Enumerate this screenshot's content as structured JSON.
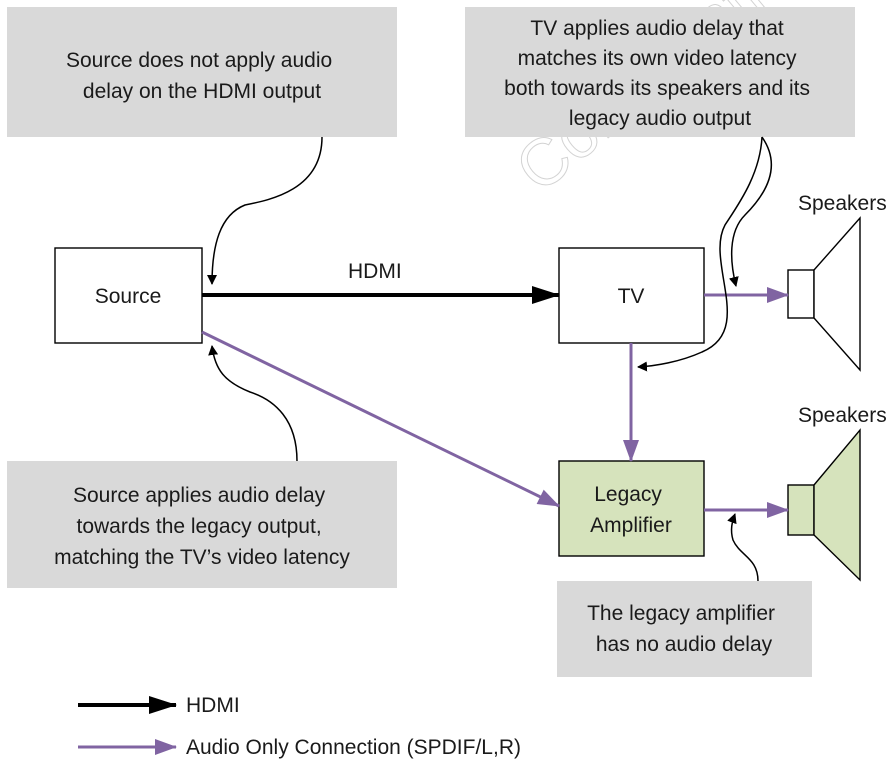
{
  "notes": {
    "source_hdmi": [
      "Source does not apply audio",
      "delay on the HDMI output"
    ],
    "tv": [
      "TV applies audio delay that",
      "matches its own video latency",
      "both towards its speakers and its",
      "legacy audio output"
    ],
    "source_legacy": [
      "Source applies audio delay",
      "towards the legacy output,",
      "matching the TV’s video latency"
    ],
    "amplifier": [
      "The legacy amplifier",
      "has no audio delay"
    ]
  },
  "nodes": {
    "source": "Source",
    "tv": "TV",
    "amplifier": [
      "Legacy",
      "Amplifier"
    ]
  },
  "speakers": {
    "top": "Speakers",
    "bottom": "Speakers"
  },
  "connections": {
    "hdmi_label": "HDMI"
  },
  "legend": {
    "hdmi": "HDMI",
    "audio_only": "Audio Only Connection (SPDIF/L,R)"
  },
  "watermark": "Confidential",
  "colors": {
    "audio_line": "#8064a2",
    "hdmi_line": "#000000",
    "note_fill": "#d9d9d9",
    "amplifier_fill": "#d6e3bc"
  }
}
